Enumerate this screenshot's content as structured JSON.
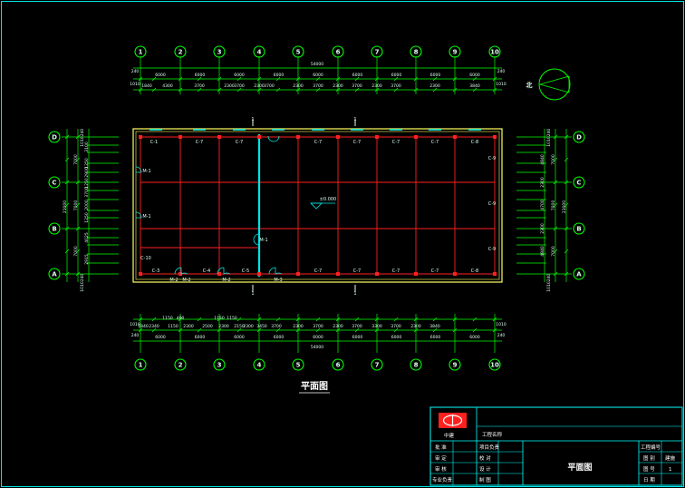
{
  "grid": {
    "cols": [
      "1",
      "2",
      "3",
      "4",
      "5",
      "6",
      "7",
      "8",
      "9",
      "10"
    ],
    "rows": [
      "D",
      "C",
      "B",
      "A"
    ]
  },
  "dims": {
    "top_total": "54000",
    "top_spans": [
      "6000",
      "6000",
      "6000",
      "6000",
      "6000",
      "6000",
      "6000",
      "6000",
      "6000"
    ],
    "top_detail": [
      "1840",
      "4300",
      "3700",
      "2300",
      "3700",
      "2300",
      "3700",
      "2300",
      "3700",
      "2300",
      "3700",
      "2300",
      "3700",
      "2300",
      "3840"
    ],
    "top_edge_left": [
      "240",
      "1010"
    ],
    "top_edge_right": [
      "240",
      "1010"
    ],
    "bottom_total": "54000",
    "bottom_spans": [
      "6000",
      "6000",
      "6000",
      "6000",
      "6000",
      "6000",
      "6000",
      "6000",
      "6000"
    ],
    "bottom_detail": [
      "1840",
      "2340",
      "1150",
      "2300",
      "2500",
      "2300",
      "2150",
      "2300",
      "3450",
      "3700",
      "2300",
      "3700",
      "2300",
      "3700",
      "3300",
      "3700",
      "2300",
      "3840"
    ],
    "bottom_upper": [
      "1150",
      "400",
      "1150",
      "1150"
    ],
    "bottom_edge_left": [
      "240",
      "1010"
    ],
    "bottom_edge_right": [
      "240",
      "1010"
    ],
    "left_total": "21000",
    "left_spans": [
      "7000",
      "7000",
      "7000"
    ],
    "left_detail": [
      "3100",
      "1250",
      "2900",
      "1250",
      "3700",
      "2000",
      "1250",
      "4025",
      "2915"
    ],
    "left_edge": [
      "240",
      "1010",
      "240",
      "1010"
    ],
    "right_total": "21000",
    "right_spans": [
      "7000",
      "7000",
      "7000"
    ],
    "right_detail": [
      "4840",
      "2300",
      "4700",
      "2300",
      "4840"
    ],
    "right_edge": [
      "240",
      "1010",
      "240",
      "1010"
    ]
  },
  "plan": {
    "windows_top": [
      "C-1",
      "C-7",
      "C-7",
      "C-7",
      "C-7",
      "C-7",
      "C-7",
      "C-8"
    ],
    "windows_bottom": [
      "C-3",
      "C-4",
      "C-5",
      "C-7",
      "C-7",
      "C-7",
      "C-7",
      "C-8"
    ],
    "windows_left": [
      "M-1",
      "M-1",
      "C-10"
    ],
    "windows_right": [
      "C-9",
      "C-9",
      "C-9"
    ],
    "doors_bottom": [
      "M-2",
      "M-2",
      "M-2",
      "M-3"
    ],
    "door_mid": "M-1",
    "section_mark": "1",
    "elevation_mark": "±0.000",
    "north_label": "北"
  },
  "drawing_title": "平面图",
  "title_block": {
    "project_label": "工程名称",
    "left_labels": [
      "批 准",
      "审 定",
      "审 核",
      "专业负责"
    ],
    "mid_labels": [
      "项目负责",
      "校 对",
      "设 计",
      "制 图"
    ],
    "drawing_name": "平面图",
    "right_labels": [
      "工程编号",
      "图 别",
      "图 号",
      "日 期"
    ],
    "right_values": [
      "",
      "建施",
      "1",
      ""
    ],
    "logo_caption": "中建"
  },
  "colors": {
    "background": "#000000",
    "grid_bubble": "#00ff00",
    "axis_red": "#ff2020",
    "wall": "#ffff60",
    "dim": "#00ff00",
    "cyan": "#00e5e5",
    "text": "#e8ffe8",
    "title_block": "#00ffff",
    "logo_red": "#ff2020"
  }
}
